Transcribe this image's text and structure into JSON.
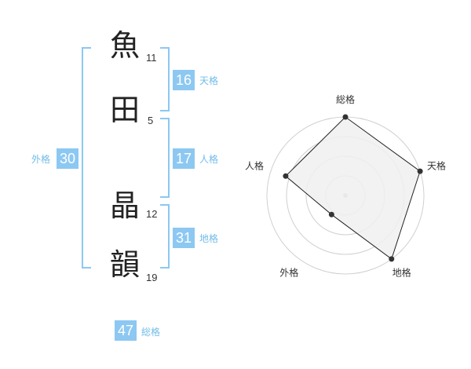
{
  "name": {
    "characters": [
      {
        "char": "魚",
        "strokes": "11"
      },
      {
        "char": "田",
        "strokes": "5"
      },
      {
        "char": "晶",
        "strokes": "12"
      },
      {
        "char": "韻",
        "strokes": "19"
      }
    ]
  },
  "fortunes": {
    "tenkaku": {
      "value": "16",
      "label": "天格"
    },
    "jinkaku": {
      "value": "17",
      "label": "人格"
    },
    "chikaku": {
      "value": "31",
      "label": "地格"
    },
    "gaikaku": {
      "value": "30",
      "label": "外格"
    },
    "soukaku": {
      "value": "47",
      "label": "総格"
    }
  },
  "colors": {
    "accent": "#8cc8f2",
    "label_text": "#72bce8",
    "radar_fill": "#f0f0f0",
    "radar_grid": "#d0d0d0"
  },
  "chart_data": {
    "type": "radar",
    "axes": [
      "総格",
      "天格",
      "地格",
      "外格",
      "人格"
    ],
    "values": [
      1.0,
      1.0,
      1.0,
      0.3,
      0.8
    ],
    "max": 1.0,
    "rings": 4
  }
}
